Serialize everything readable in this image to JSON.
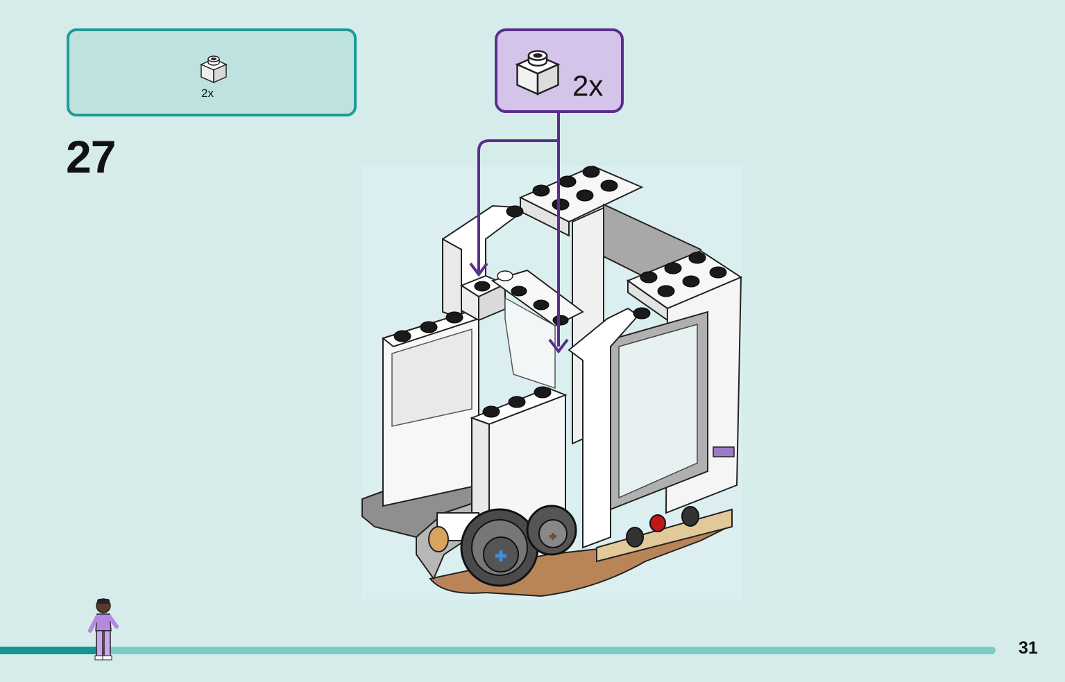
{
  "parts_list": {
    "items": [
      {
        "icon": "white-1x1-brick-icon",
        "quantity": "2x"
      }
    ]
  },
  "step": {
    "number": "27"
  },
  "callout": {
    "icon": "white-1x1-brick-icon",
    "quantity": "2x"
  },
  "progress": {
    "fraction": 0.1
  },
  "page": {
    "number": "31"
  },
  "colors": {
    "background": "#d6eceb",
    "parts_box_border": "#1e9a96",
    "parts_box_fill": "#bde2e0",
    "callout_border": "#5a2f8c",
    "callout_fill": "#d4c4ea",
    "progress_track": "#7ccbc6",
    "progress_fill": "#14958f"
  }
}
